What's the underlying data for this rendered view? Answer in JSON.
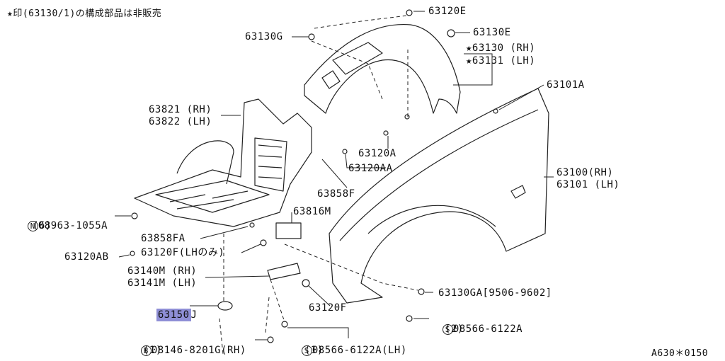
{
  "note": "★印(63130/1)の構成部品は非販売",
  "footer_code": "A630＊0150",
  "colors": {
    "highlight": "#8f8fd6",
    "line": "#222222"
  },
  "labels": {
    "p63130G": "63130G",
    "p63120E": "63120E",
    "p63130E": "63130E",
    "p63130rh": "★63130 (RH)",
    "p63131lh": "★63131 (LH)",
    "p63101A": "63101A",
    "p63821": "63821 (RH)",
    "p63822": "63822 (LH)",
    "p63120A": "63120A",
    "p63120AA": "63120AA",
    "p63100": "63100(RH)",
    "p63101": "63101 (LH)",
    "p63858F": "63858F",
    "p63816M": "63816M",
    "p08963": "08963-1055A",
    "p08963qty": "(6)",
    "p63858FA": "63858FA",
    "p63120FLH": "63120F(LHのみ)",
    "p63120AB": "63120AB",
    "p63140M": "63140M (RH)",
    "p63141M": "63141M (LH)",
    "p63130GA": "63130GA[9506-9602]",
    "p63150_hl": "63150",
    "p63150_suffix": "J",
    "p63120F": "63120F",
    "p08566a": "08566-6122A",
    "p08566aqty": "(2)",
    "p08146": "08146-8201G(RH)",
    "p08146qty": "(1)",
    "p08566b": "08566-6122A(LH)",
    "p08566bqty": "(1)"
  },
  "circled": {
    "N": "N",
    "B": "B",
    "S1": "S",
    "S2": "S"
  }
}
